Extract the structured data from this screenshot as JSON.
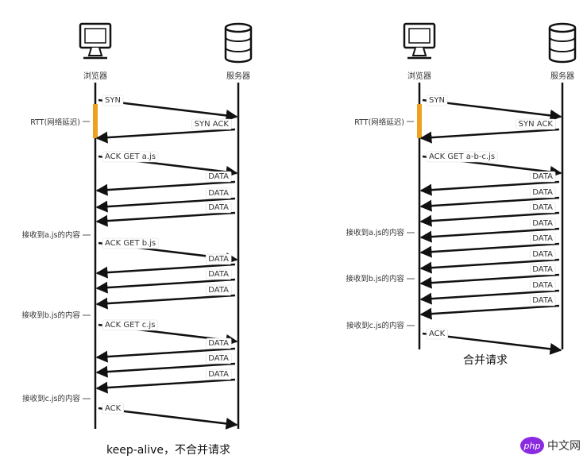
{
  "left": {
    "client_label": "浏览器",
    "server_label": "服务器",
    "rtt_label": "RTT(网络延迟)",
    "caption": "keep-alive，不合并请求",
    "messages": [
      {
        "text": "SYN",
        "dir": "right"
      },
      {
        "text": "SYN ACK",
        "dir": "left"
      },
      {
        "text": "ACK GET a.js",
        "dir": "right"
      },
      {
        "text": "DATA",
        "dir": "left"
      },
      {
        "text": "DATA",
        "dir": "left"
      },
      {
        "text": "DATA",
        "dir": "left"
      },
      {
        "text": "ACK GET b.js",
        "dir": "right"
      },
      {
        "text": "DATA",
        "dir": "left"
      },
      {
        "text": "DATA",
        "dir": "left"
      },
      {
        "text": "DATA",
        "dir": "left"
      },
      {
        "text": "ACK GET c.js",
        "dir": "right"
      },
      {
        "text": "DATA",
        "dir": "left"
      },
      {
        "text": "DATA",
        "dir": "left"
      },
      {
        "text": "DATA",
        "dir": "left"
      },
      {
        "text": "ACK",
        "dir": "right"
      }
    ],
    "side_notes": [
      "接收到a.js的内容",
      "接收到b.js的内容",
      "接收到c.js的内容"
    ]
  },
  "right": {
    "client_label": "浏览器",
    "server_label": "服务器",
    "rtt_label": "RTT(网络延迟)",
    "caption": "合并请求",
    "messages": [
      {
        "text": "SYN",
        "dir": "right"
      },
      {
        "text": "SYN ACK",
        "dir": "left"
      },
      {
        "text": "ACK GET a-b-c.js",
        "dir": "right"
      },
      {
        "text": "DATA",
        "dir": "left"
      },
      {
        "text": "DATA",
        "dir": "left"
      },
      {
        "text": "DATA",
        "dir": "left"
      },
      {
        "text": "DATA",
        "dir": "left"
      },
      {
        "text": "DATA",
        "dir": "left"
      },
      {
        "text": "DATA",
        "dir": "left"
      },
      {
        "text": "DATA",
        "dir": "left"
      },
      {
        "text": "DATA",
        "dir": "left"
      },
      {
        "text": "DATA",
        "dir": "left"
      },
      {
        "text": "ACK",
        "dir": "right"
      }
    ],
    "side_notes": [
      "接收到a.js的内容",
      "接收到b.js的内容",
      "接收到c.js的内容"
    ]
  },
  "watermark": {
    "badge": "php",
    "text": "中文网"
  },
  "colors": {
    "rtt_bar": "#f0a020",
    "line": "#111111"
  }
}
